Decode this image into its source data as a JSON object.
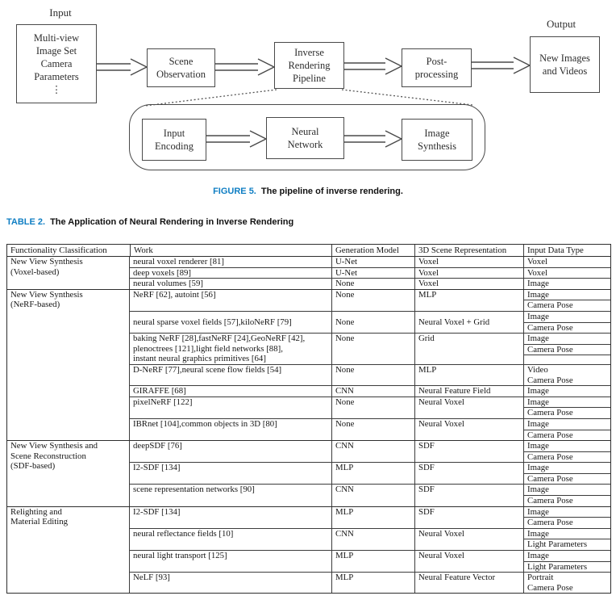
{
  "colors": {
    "accent_blue": "#0f7ec3",
    "ink": "#1c1c1c",
    "line": "#3c3c3c"
  },
  "figure": {
    "input_label": "Input",
    "output_label": "Output",
    "main_boxes": [
      "Multi-view\nImage Set\nCamera\nParameters\n⋮",
      "Scene\nObservation",
      "Inverse\nRendering\nPipeline",
      "Post-\nprocessing",
      "New Images\nand Videos"
    ],
    "sub_boxes": [
      "Input\nEncoding",
      "Neural\nNetwork",
      "Image\nSynthesis"
    ],
    "caption": {
      "label": "FIGURE 5.",
      "text": "The pipeline of inverse rendering."
    }
  },
  "table": {
    "caption": {
      "label": "TABLE 2.",
      "text": "The Application of Neural Rendering in Inverse Rendering"
    },
    "headers": [
      "Functionality Classification",
      "Work",
      "Generation Model",
      "3D Scene Representation",
      "Input Data Type"
    ],
    "sections": [
      {
        "functionality": "New View Synthesis\n(Voxel-based)",
        "rows": [
          {
            "work": "neural voxel renderer [81]",
            "model": "U-Net",
            "repr": "Voxel",
            "inputs": [
              "Voxel"
            ]
          },
          {
            "work": "deep voxels [89]",
            "model": "U-Net",
            "repr": "Voxel",
            "inputs": [
              "Voxel"
            ]
          },
          {
            "work": "neural volumes [59]",
            "model": "None",
            "repr": "Voxel",
            "inputs": [
              "Image"
            ]
          }
        ]
      },
      {
        "functionality": "New View Synthesis\n(NeRF-based)",
        "rows": [
          {
            "work": "NeRF [62], autoint [56]",
            "model": "None",
            "repr": "MLP",
            "inputs": [
              "Image",
              "Camera Pose"
            ]
          },
          {
            "work": "neural sparse voxel fields [57],kiloNeRF [79]",
            "model": "None",
            "repr": "Neural Voxel + Grid",
            "inputs": [
              "Image",
              "Camera Pose"
            ],
            "vcenter": true
          },
          {
            "work": "baking NeRF [28],fastNeRF [24],GeoNeRF [42],\nplenoctrees [121],light field networks [88],\ninstant neural graphics primitives [64]",
            "model": "None",
            "repr": "Grid",
            "inputs": [
              "Image",
              "Camera Pose",
              ""
            ]
          },
          {
            "work": "D-NeRF [77],neural scene flow fields [54]",
            "model": "None",
            "repr": "MLP",
            "inputs": [
              "Video",
              "Camera Pose"
            ],
            "divided": false
          },
          {
            "work": "GIRAFFE [68]",
            "model": "CNN",
            "repr": "Neural Feature Field",
            "inputs": [
              "Image"
            ]
          },
          {
            "work": "pixelNeRF [122]",
            "model": "None",
            "repr": "Neural Voxel",
            "inputs": [
              "Image",
              "Camera Pose"
            ]
          },
          {
            "work": "IBRnet [104],common objects in 3D [80]",
            "model": "None",
            "repr": "Neural Voxel",
            "inputs": [
              "Image",
              "Camera Pose"
            ]
          }
        ]
      },
      {
        "functionality": "New View Synthesis and\nScene Reconstruction\n(SDF-based)",
        "rows": [
          {
            "work": "deepSDF [76]",
            "model": "CNN",
            "repr": "SDF",
            "inputs": [
              "Image",
              "Camera Pose"
            ]
          },
          {
            "work": "I2-SDF [134]",
            "model": "MLP",
            "repr": "SDF",
            "inputs": [
              "Image",
              "Camera Pose"
            ]
          },
          {
            "work": "scene representation networks [90]",
            "model": "CNN",
            "repr": "SDF",
            "inputs": [
              "Image",
              "Camera Pose"
            ]
          }
        ]
      },
      {
        "functionality": "Relighting and\nMaterial Editing",
        "rows": [
          {
            "work": "I2-SDF [134]",
            "model": "MLP",
            "repr": "SDF",
            "inputs": [
              "Image",
              "Camera Pose"
            ]
          },
          {
            "work": "neural reflectance fields [10]",
            "model": "CNN",
            "repr": "Neural Voxel",
            "inputs": [
              "Image",
              "Light Parameters"
            ]
          },
          {
            "work": "neural light transport [125]",
            "model": "MLP",
            "repr": "Neural Voxel",
            "inputs": [
              "Image",
              "Light Parameters"
            ]
          },
          {
            "work": "NeLF [93]",
            "model": "MLP",
            "repr": "Neural Feature Vector",
            "inputs": [
              "Portrait",
              "Camera Pose"
            ],
            "divided": false
          }
        ]
      }
    ]
  }
}
